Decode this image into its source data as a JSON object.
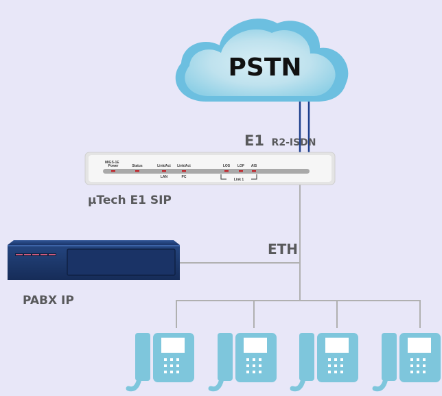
{
  "cloud": {
    "label": "PSTN",
    "icon": "cloud-icon"
  },
  "trunk": {
    "e1": "E1",
    "protocol": "R2-ISDN"
  },
  "gateway": {
    "name": "µTech E1 SIP",
    "model": "MIGS-1E",
    "leds": [
      "Power",
      "Status",
      "Link/Act",
      "Link/Act",
      "LOS",
      "LOF",
      "AIS"
    ],
    "groups": [
      "LAN",
      "PC",
      "Link 1"
    ]
  },
  "network": {
    "label": "ETH"
  },
  "pabx": {
    "label": "PABX IP",
    "icon": "pabx-icon"
  },
  "phones": [
    {
      "icon": "phone-icon"
    },
    {
      "icon": "phone-icon"
    },
    {
      "icon": "phone-icon"
    },
    {
      "icon": "phone-icon"
    }
  ],
  "colors": {
    "background": "#e8e7f8",
    "cloud": "#6cbfe0",
    "phone": "#7ec6dc",
    "trunk_line": "#1d3f8c",
    "network_line": "#b0b0b0",
    "pabx": "#1f3a73",
    "led": "#c0272d"
  }
}
